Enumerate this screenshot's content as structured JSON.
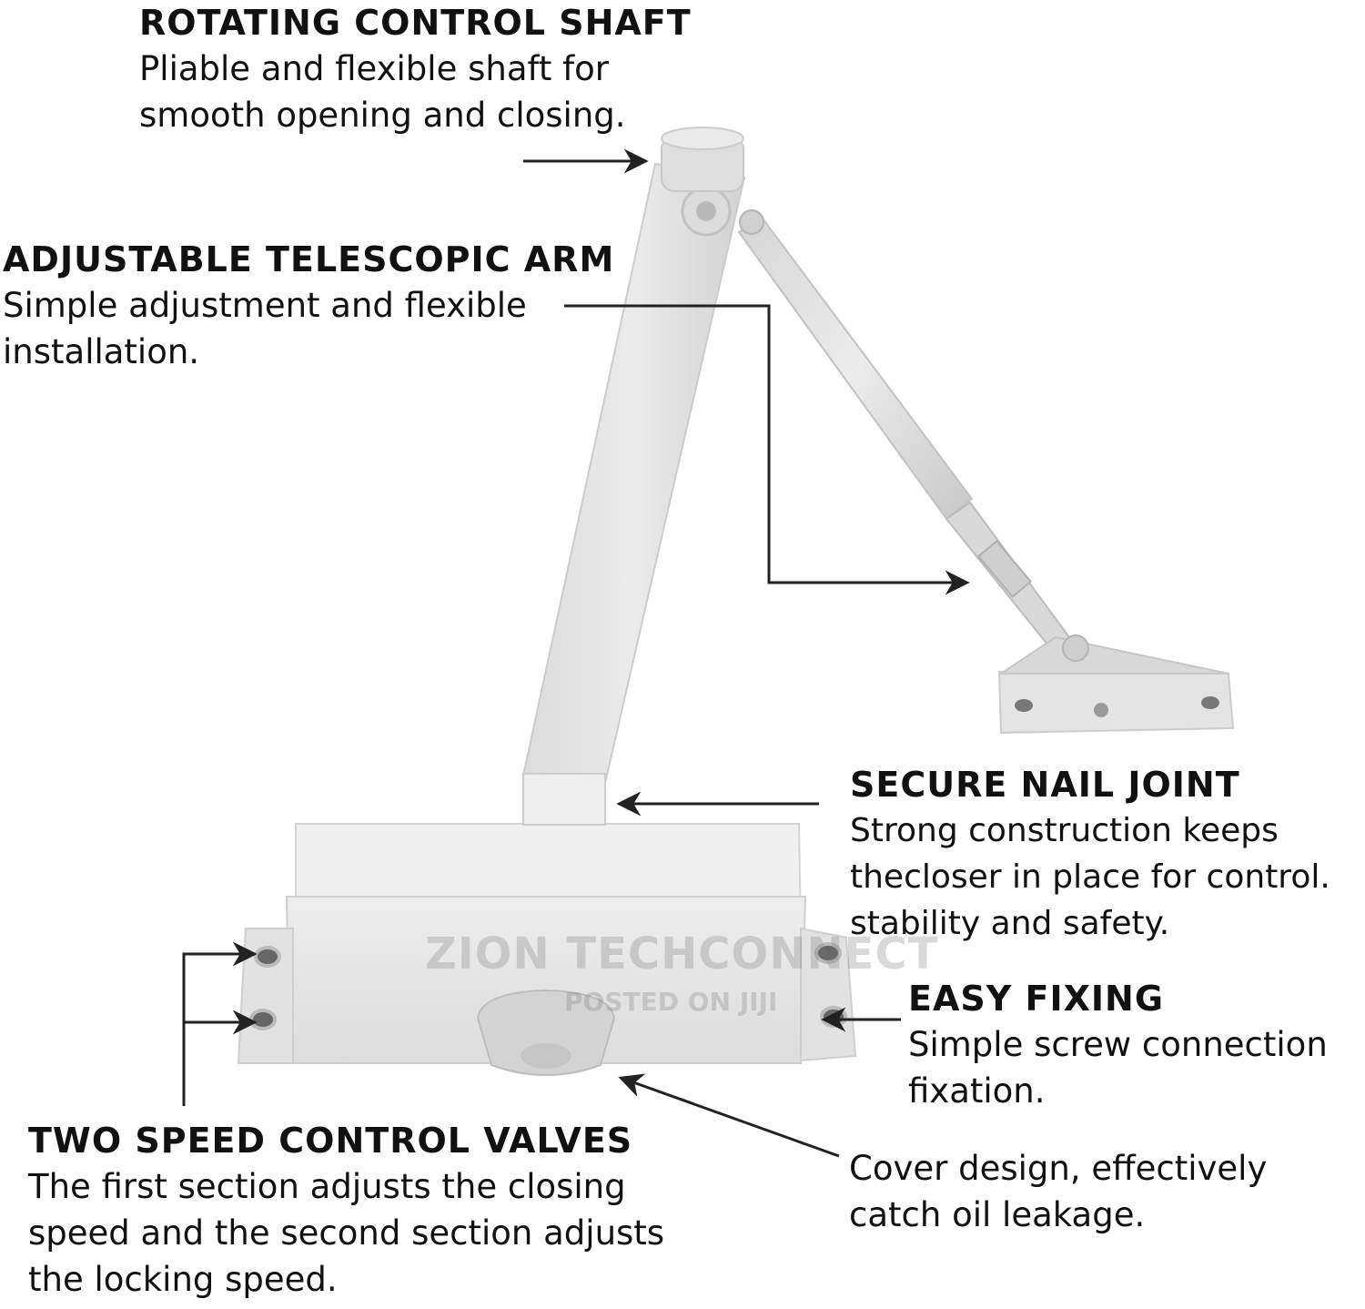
{
  "callouts": {
    "rotating_shaft": {
      "title": "ROTATING CONTROL SHAFT",
      "lines": [
        "Pliable and flexible shaft for",
        "smooth opening and closing."
      ]
    },
    "telescopic_arm": {
      "title": "ADJUSTABLE TELESCOPIC ARM",
      "lines": [
        "Simple adjustment and flexible",
        "installation."
      ]
    },
    "nail_joint": {
      "title": "SECURE NAIL JOINT",
      "lines": [
        "Strong construction keeps",
        "thecloser in place for control.",
        "stability and safety."
      ]
    },
    "easy_fixing": {
      "title": "EASY FIXING",
      "lines": [
        "Simple screw connection",
        "fixation."
      ]
    },
    "cover_design": {
      "lines": [
        "Cover design, effectively",
        "catch oil leakage."
      ]
    },
    "speed_valves": {
      "title": "TWO SPEED CONTROL VALVES",
      "lines": [
        "The first section adjusts the closing",
        "speed and the second section adjusts",
        "the locking speed."
      ]
    }
  },
  "watermark": {
    "brand": "ZION TECHCONNECT",
    "posted": "POSTED ON JIJI"
  },
  "colors": {
    "text": "#111111",
    "metal": "#e6e6e6",
    "metal_shadow": "#cfcfcf",
    "leader": "#222222"
  }
}
